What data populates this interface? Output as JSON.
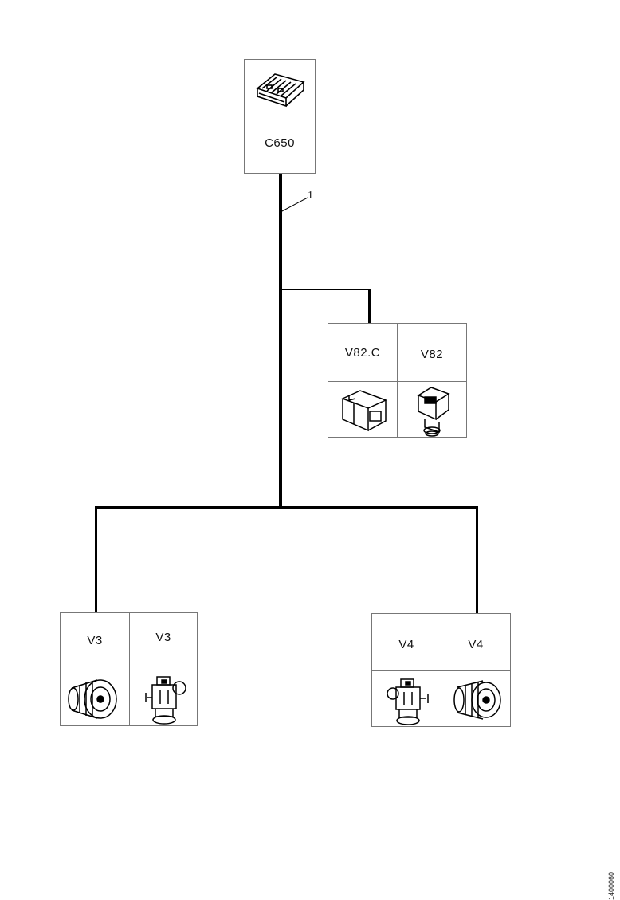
{
  "root_connector": {
    "label": "C650",
    "icon": "multi-pin-connector-icon"
  },
  "wire_tag": "1",
  "branch_v82": {
    "cells": [
      {
        "label": "V82.C",
        "icon": "valve-connector-icon"
      },
      {
        "label": "V82",
        "icon": "solenoid-valve-icon"
      }
    ]
  },
  "branch_v3": {
    "cells": [
      {
        "label": "V3",
        "icon": "coil-connector-icon"
      },
      {
        "label": "V3",
        "icon": "valve-assembly-icon"
      }
    ]
  },
  "branch_v4": {
    "cells": [
      {
        "label": "V4",
        "icon": "valve-assembly-icon"
      },
      {
        "label": "V4",
        "icon": "coil-connector-icon"
      }
    ]
  },
  "document_number": "1400060"
}
